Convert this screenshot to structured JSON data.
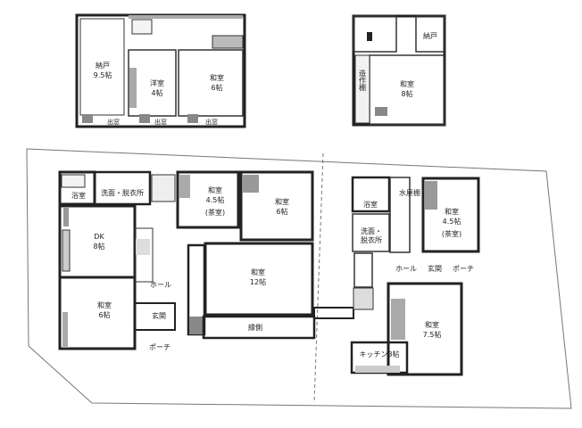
{
  "rooms": {
    "nando_95": [
      "納戸",
      "9.5帖"
    ],
    "yoshitsu_4": [
      "洋室",
      "4帖"
    ],
    "washitsu_6_top": [
      "和室",
      "6帖"
    ],
    "nando_small": [
      "納戸"
    ],
    "washitsu_8": [
      "和室",
      "8帖"
    ],
    "zousakudana": "造作棚",
    "yokushitsu_left": "浴室",
    "senmen_left": "洗面・脱衣所",
    "dk_8": [
      "DK",
      "8帖"
    ],
    "washitsu_6_left": [
      "和室",
      "6帖"
    ],
    "chashitsu_45": [
      "和室",
      "4.5帖",
      "(茶室)"
    ],
    "washitsu_6_mid": [
      "和室",
      "6帖"
    ],
    "washitsu_12": [
      "和室",
      "12帖"
    ],
    "yokushitsu_right": "浴室",
    "mizuyadana": "水屋棚",
    "senmen_right": [
      "洗面・",
      "脱衣所"
    ],
    "chashitsu_45_right": [
      "和室",
      "4.5帖",
      "(茶室)"
    ],
    "washitsu_75": [
      "和室",
      "7.5帖"
    ],
    "kitchen_3": "キッチン3帖"
  },
  "labels": {
    "demado": "出窓",
    "hall_left": "ホール",
    "genkan_left": "玄関",
    "porch_left": "ポーチ",
    "engawa": "縁側",
    "hall_right": "ホール",
    "genkan_right": "玄関",
    "porch_right": "ポーチ"
  }
}
